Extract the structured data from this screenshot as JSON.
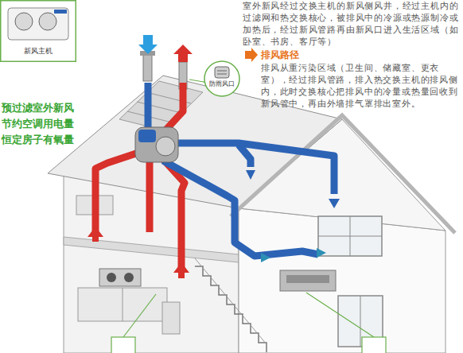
{
  "diagram": {
    "nodes": [
      {
        "text": [
          "新风主机"
        ]
      },
      {
        "text": [
          "防雨风口"
        ]
      }
    ],
    "labels": [
      "室外新风经过交换主机的新风侧风井，经过主机内的过滤网和热交换核心，被排风中的冷源或热源制冷或加热后，经过新风管路再由新风口进入生活区域（如卧室、书房、客厅等）",
      "排风路径",
      "排风从重污染区域（卫生间、储藏室、更衣室），经过排风管路，排入热交换主机的排风侧内，此时交换核心把排风中的冷量或热量回收到新风管中，再由外墙排气罩排出室外。",
      "预过滤室外新风",
      "节约空调用电量",
      "恒定房子有氧量"
    ]
  }
}
